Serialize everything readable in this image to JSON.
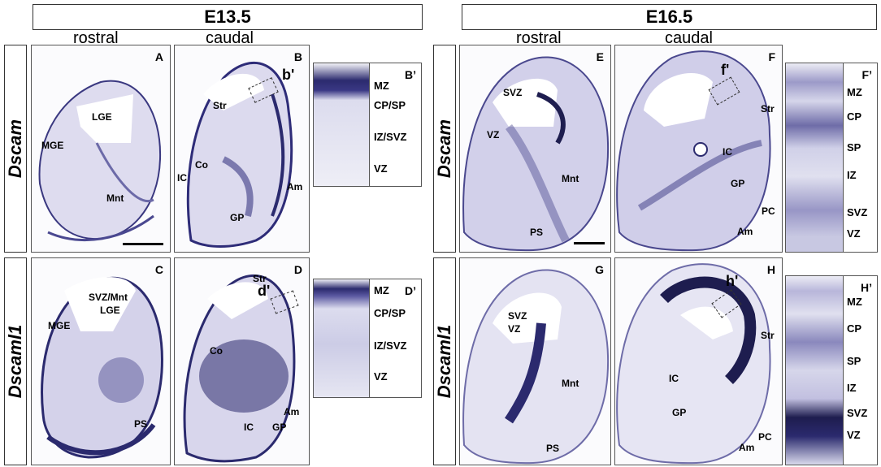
{
  "stages": {
    "left": "E13.5",
    "right": "E16.5"
  },
  "columns": {
    "l_rostral": "rostral",
    "l_caudal": "caudal",
    "r_rostral": "rostral",
    "r_caudal": "caudal"
  },
  "genes": {
    "top": "Dscam",
    "bottom": "Dscaml1"
  },
  "colors": {
    "stain": "#2b2a6e",
    "tissue": "#dcdcee",
    "frame": "#333333"
  },
  "panels": {
    "A": {
      "letter": "A",
      "labels": [
        "LGE",
        "MGE",
        "Mnt"
      ]
    },
    "B": {
      "letter": "B",
      "inset_mark": "b'",
      "labels": [
        "Str",
        "Co",
        "IC",
        "GP",
        "Am"
      ]
    },
    "C": {
      "letter": "C",
      "labels": [
        "SVZ/Mnt",
        "LGE",
        "MGE",
        "PS"
      ]
    },
    "D": {
      "letter": "D",
      "inset_mark": "d'",
      "labels": [
        "Str",
        "Co",
        "IC",
        "GP",
        "Am"
      ]
    },
    "E": {
      "letter": "E",
      "labels": [
        "SVZ",
        "VZ",
        "Mnt",
        "PS"
      ]
    },
    "F": {
      "letter": "F",
      "inset_mark": "f'",
      "labels": [
        "Str",
        "IC",
        "GP",
        "PC",
        "Am"
      ]
    },
    "G": {
      "letter": "G",
      "labels": [
        "SVZ",
        "VZ",
        "Mnt",
        "PS"
      ]
    },
    "H": {
      "letter": "H",
      "inset_mark": "h'",
      "labels": [
        "Str",
        "IC",
        "GP",
        "Am",
        "PC"
      ]
    }
  },
  "insets": {
    "B": {
      "letter": "B’",
      "layers": [
        "MZ",
        "CP/SP",
        "IZ/SVZ",
        "VZ"
      ]
    },
    "D": {
      "letter": "D’",
      "layers": [
        "MZ",
        "CP/SP",
        "IZ/SVZ",
        "VZ"
      ]
    },
    "F": {
      "letter": "F’",
      "layers": [
        "MZ",
        "CP",
        "SP",
        "IZ",
        "SVZ",
        "VZ"
      ]
    },
    "H": {
      "letter": "H’",
      "layers": [
        "MZ",
        "CP",
        "SP",
        "IZ",
        "SVZ",
        "VZ"
      ]
    }
  }
}
